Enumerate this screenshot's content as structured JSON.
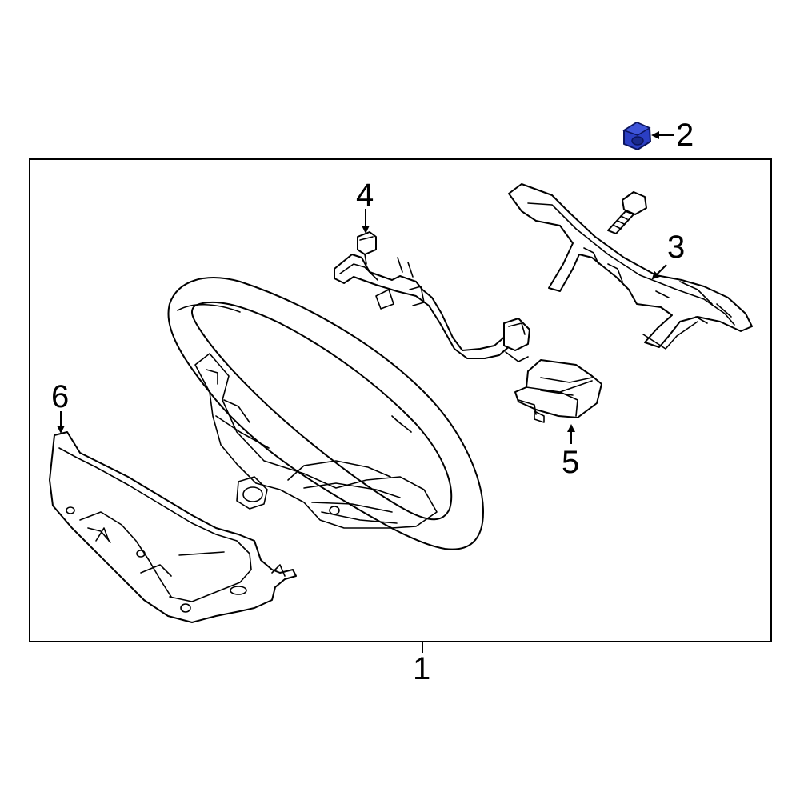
{
  "diagram": {
    "type": "exploded-parts-diagram",
    "highlight_color": "#2b3fc4",
    "frame_color": "#000000",
    "callouts": [
      {
        "id": "1",
        "label": "1",
        "highlighted": false
      },
      {
        "id": "2",
        "label": "2",
        "highlighted": true
      },
      {
        "id": "3",
        "label": "3",
        "highlighted": false
      },
      {
        "id": "4",
        "label": "4",
        "highlighted": false
      },
      {
        "id": "5",
        "label": "5",
        "highlighted": false
      },
      {
        "id": "6",
        "label": "6",
        "highlighted": false
      }
    ]
  }
}
